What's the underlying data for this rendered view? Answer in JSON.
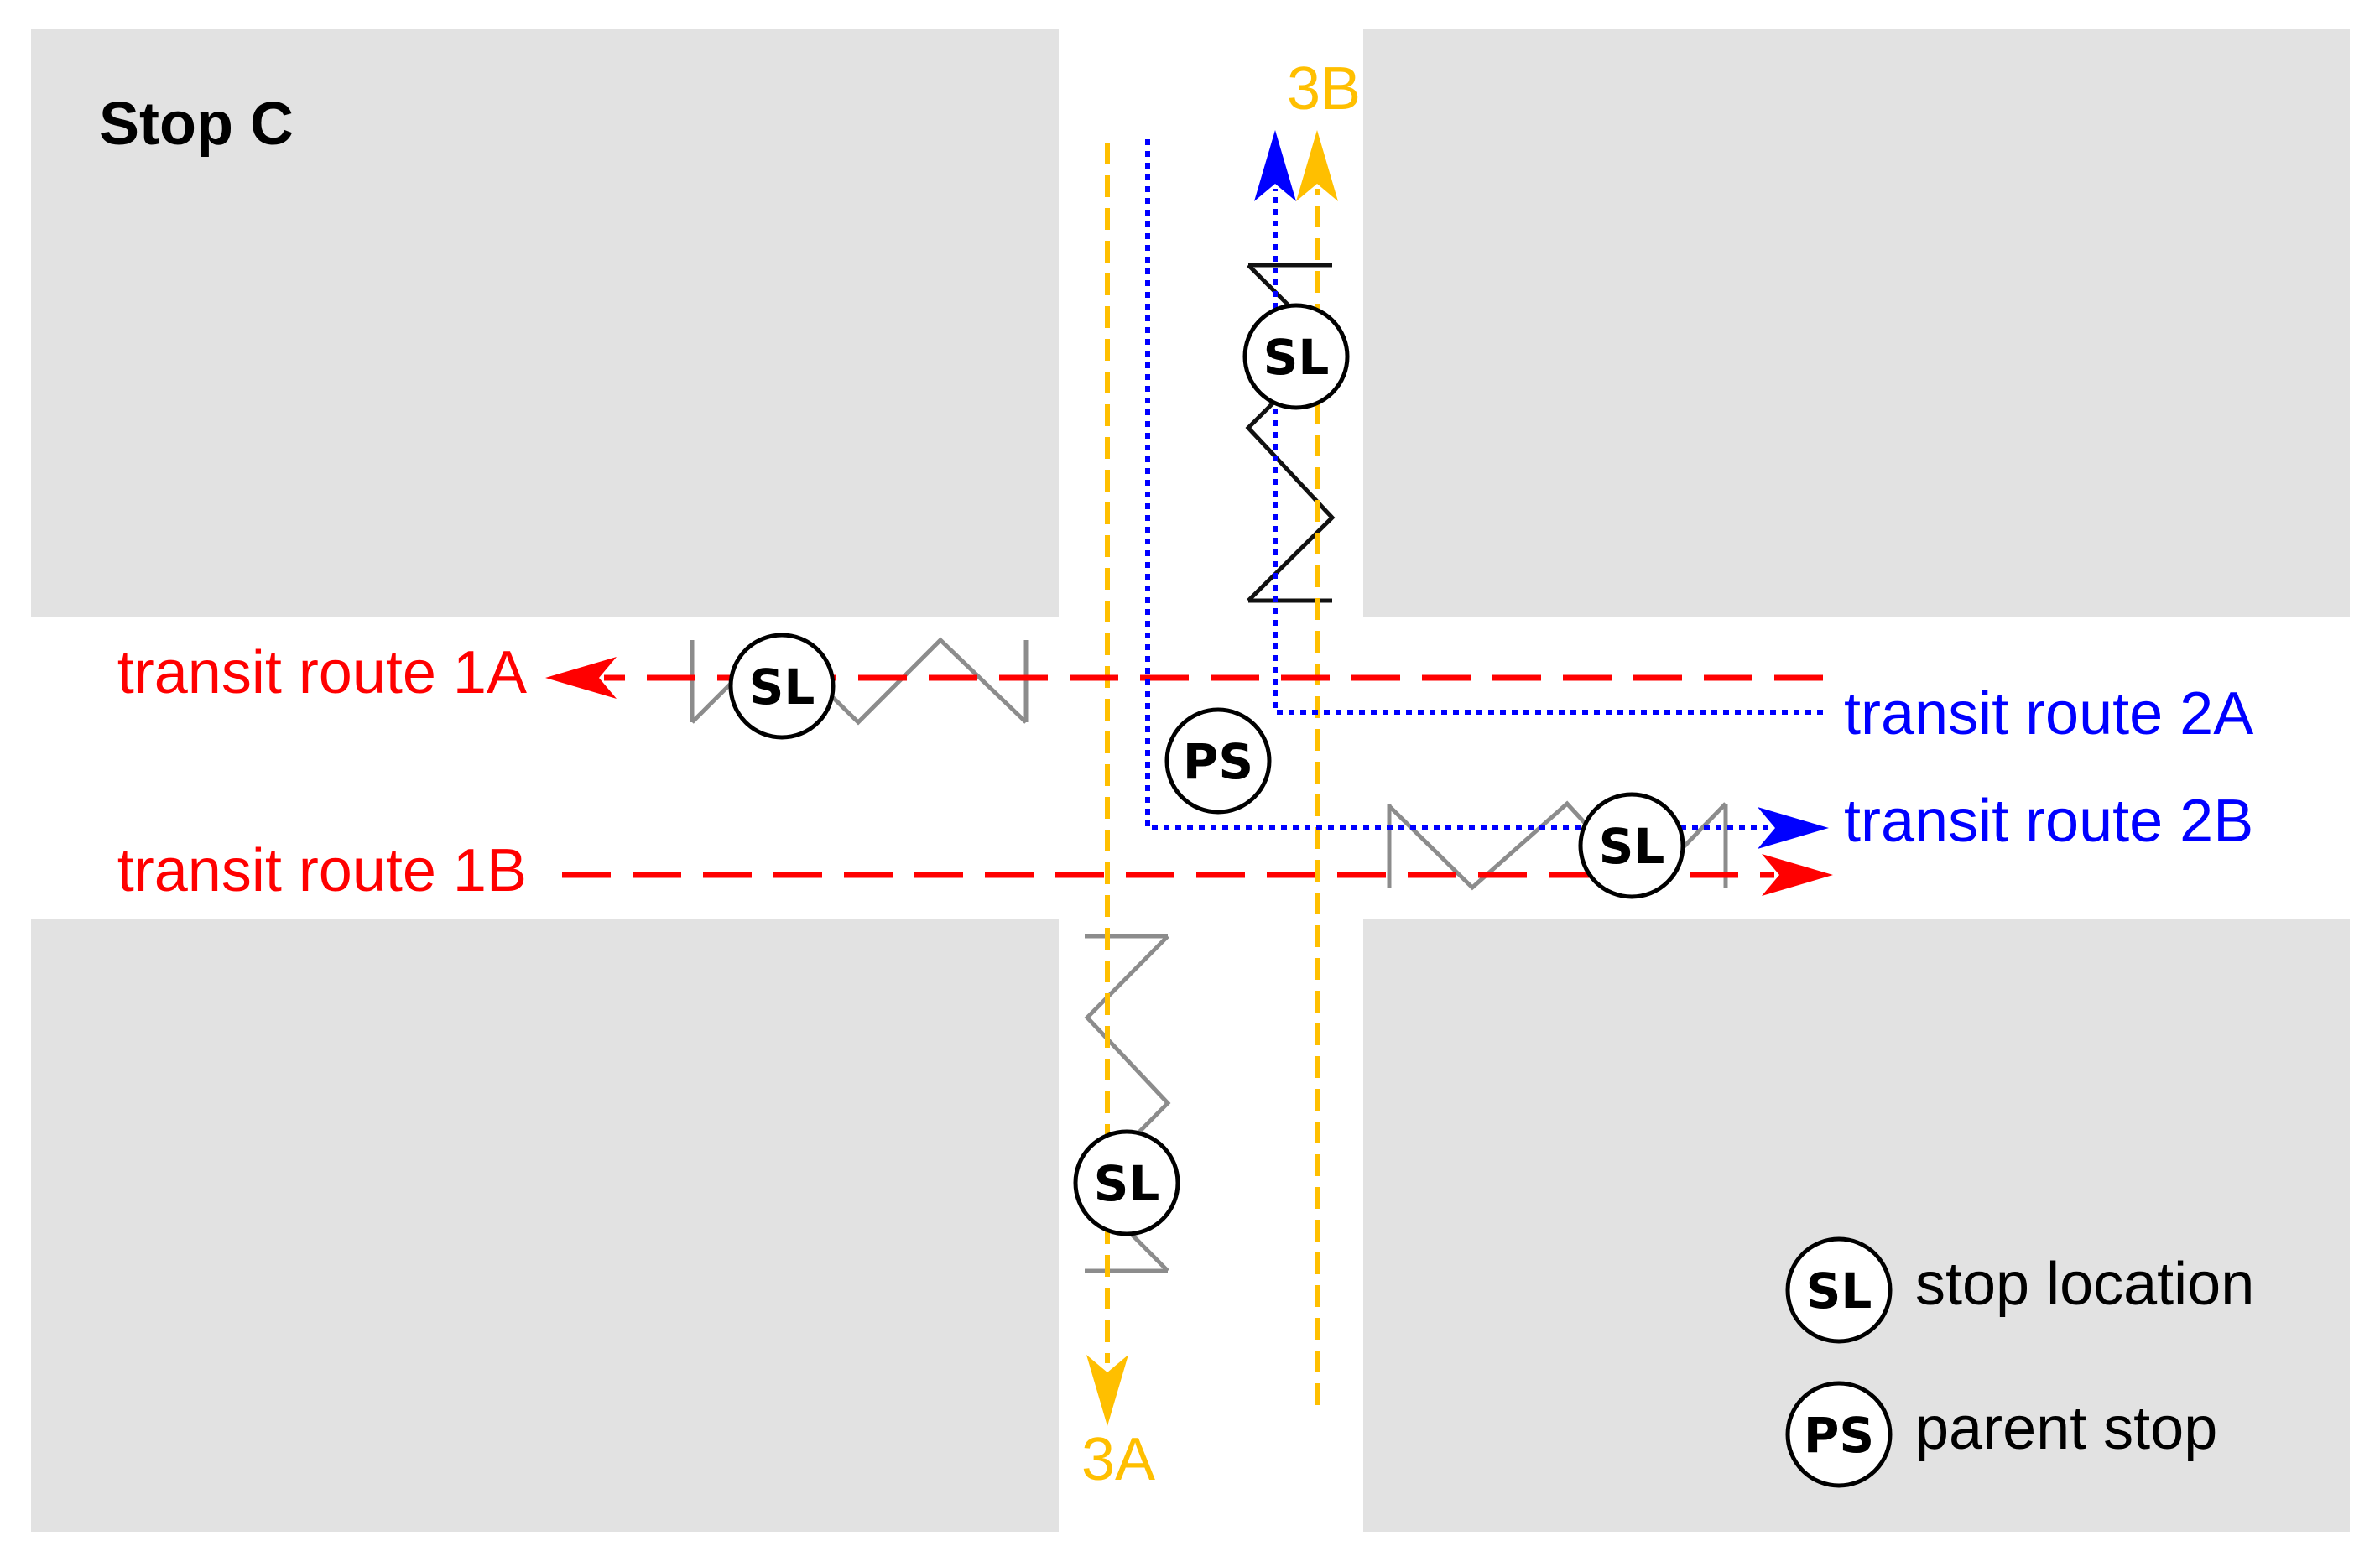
{
  "title": "Stop C",
  "colors": {
    "block": "#e2e2e2",
    "route1": "#ff0000",
    "route2": "#0000ff",
    "route3": "#ffbf00",
    "platform_dark": "#111111",
    "platform_gray": "#8c8c8c",
    "badge_stroke": "#000000"
  },
  "routes": {
    "r1a": "transit route 1A",
    "r1b": "transit route 1B",
    "r2a": "transit route 2A",
    "r2b": "transit route 2B",
    "r3a": "3A",
    "r3b": "3B"
  },
  "markers": {
    "stop_location": "SL",
    "parent_stop": "PS"
  },
  "legend": {
    "stop_location_label": "stop location",
    "parent_stop_label": "parent stop"
  }
}
